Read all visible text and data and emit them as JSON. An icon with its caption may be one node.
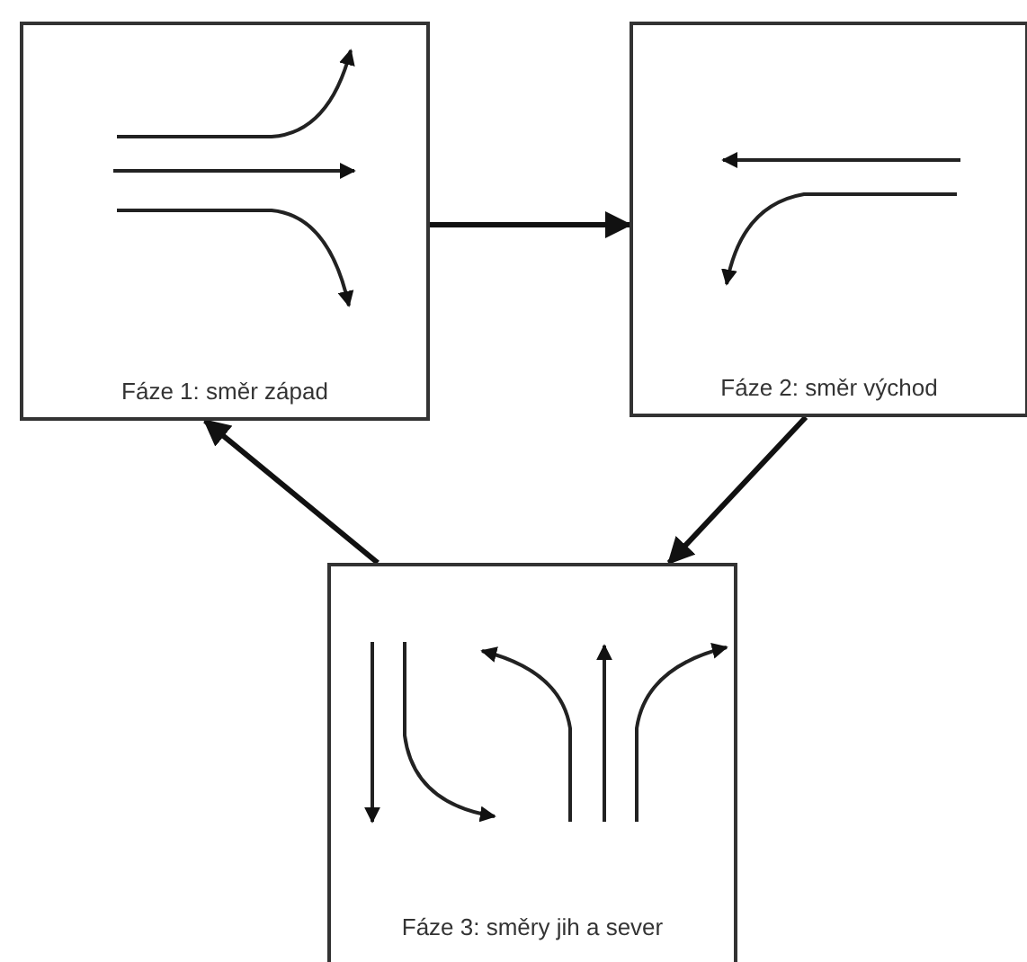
{
  "diagram": {
    "nodes": [
      {
        "text": [
          "Fáze 1: směr západ"
        ]
      },
      {
        "text": [
          "Fáze 2: směr východ"
        ]
      },
      {
        "text": [
          "Fáze 3: směry jih a sever"
        ]
      }
    ],
    "edges": [
      {
        "from": 0,
        "to": 1,
        "arrow": "to"
      },
      {
        "from": 1,
        "to": 2,
        "arrow": "to"
      },
      {
        "from": 2,
        "to": 0,
        "arrow": "to"
      }
    ]
  }
}
